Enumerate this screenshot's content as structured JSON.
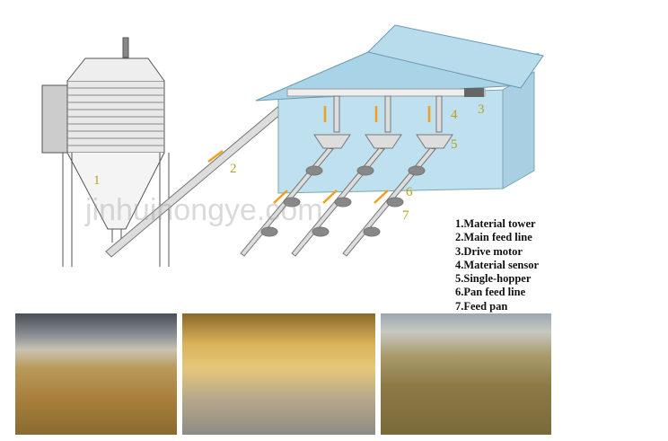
{
  "diagram": {
    "callouts": [
      "1",
      "2",
      "3",
      "4",
      "5",
      "6",
      "7"
    ],
    "watermark": "jinhuinongye.com"
  },
  "legend": [
    "1.Material tower",
    "2.Main feed line",
    "3.Drive motor",
    "4.Material sensor",
    "5.Single-hopper",
    "6.Pan feed line",
    "7.Feed pan"
  ],
  "photos": [
    "poultry-house-photo-1",
    "poultry-house-photo-2",
    "poultry-house-photo-3"
  ],
  "colors": {
    "callout": "#b8a020",
    "arrow": "#f0a020",
    "roof": "#a9d3e6",
    "wall": "#bfe0ee"
  }
}
